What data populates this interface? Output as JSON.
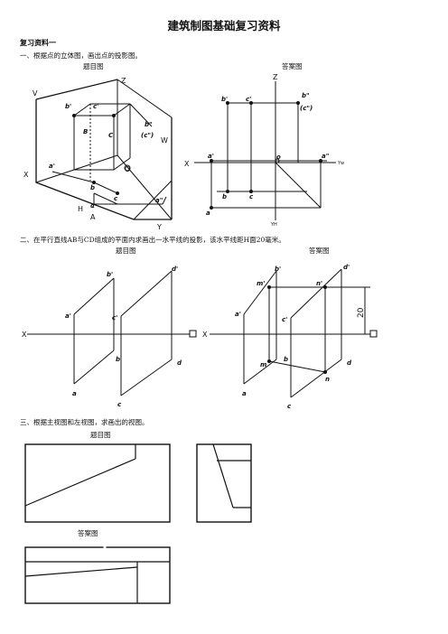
{
  "doc": {
    "title": "建筑制图基础复习资料",
    "section": "复习资料一"
  },
  "q1": {
    "text": "一、根据点的立体图，画出点的投影图。",
    "cap_left": "题目图",
    "cap_right": "答案图",
    "labels": {
      "V": "V",
      "Z": "Z",
      "X": "X",
      "H": "H",
      "A": "A",
      "Y": "Y",
      "W": "W",
      "b1": "b'",
      "c1": "c'",
      "B": "B",
      "C": "C",
      "b2": "b\"",
      "c2": "(c\")",
      "a1": "a'",
      "O": "O",
      "b": "b",
      "c": "c",
      "alpha": "α",
      "a2": "a\"",
      "r_b1": "b'",
      "r_c1": "c'",
      "r_b2": "b\"",
      "r_c2": "(c\")",
      "r_Z": "Z",
      "r_X": "X",
      "r_a1": "a'",
      "r_o": "o",
      "r_a2": "a\"",
      "r_Yw": "Yw",
      "r_b": "b",
      "r_c": "c",
      "r_a": "a",
      "r_Yh": "YH"
    }
  },
  "q2": {
    "text": "二、在平行直线AB与CD组成的平面内求画出一水平线的投影，该水平线距H面20毫米。",
    "cap_left": "题目图",
    "cap_right": "答案图",
    "labels": {
      "b1": "b'",
      "d1": "d'",
      "a1": "a'",
      "c1": "c'",
      "X": "X",
      "b": "b",
      "d": "d",
      "a": "a",
      "c": "c",
      "r_b1": "b'",
      "r_d1": "d'",
      "r_m1": "m'",
      "r_n1": "n'",
      "r_a1": "a'",
      "r_c1": "c'",
      "r_X": "X",
      "r_m": "m",
      "r_b": "b",
      "r_n": "n",
      "r_d": "d",
      "r_a": "a",
      "r_c": "c",
      "dim": "20"
    }
  },
  "q3": {
    "text": "三、根据主视图和左视图，求画出的视图。",
    "cap_top": "题目图",
    "cap_answer": "答案图"
  }
}
